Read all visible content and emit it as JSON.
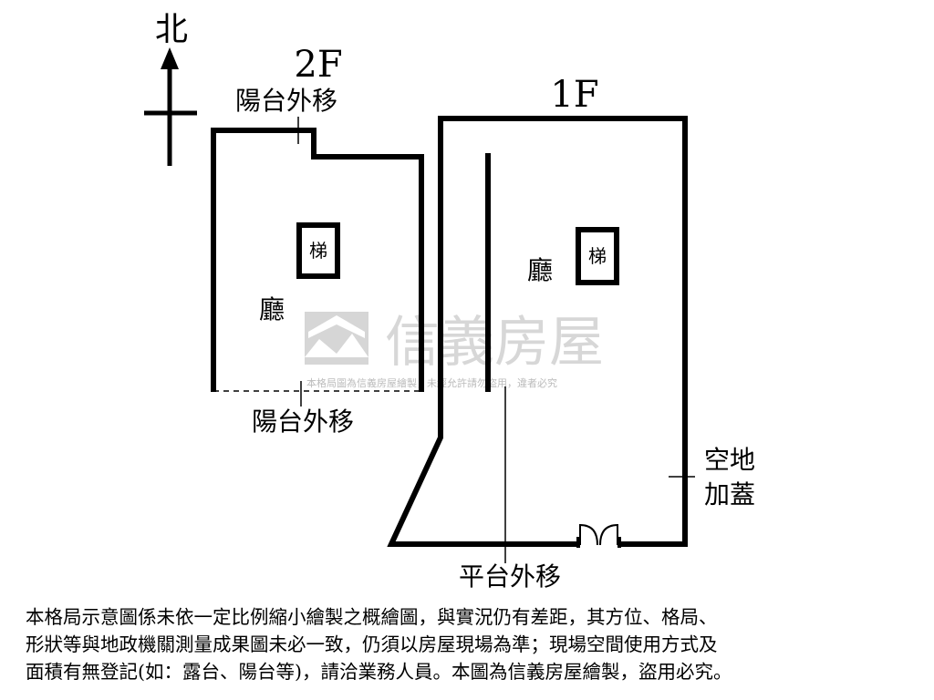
{
  "compass": {
    "north_label": "北"
  },
  "floor_2f": {
    "label": "2F",
    "balcony_top_label": "陽台外移",
    "balcony_bottom_label": "陽台外移",
    "stair_label": "梯",
    "hall_label": "廳"
  },
  "floor_1f": {
    "label": "1F",
    "stair_label": "梯",
    "hall_label": "廳",
    "vacant_land_label_line1": "空地",
    "vacant_land_label_line2": "加蓋",
    "platform_label": "平台外移"
  },
  "watermark": {
    "brand": "信義房屋",
    "notice": "本格局圖為信義房屋繪製，未經允許請勿盜用，違者必究",
    "color": "#bdbdbd"
  },
  "disclaimer": {
    "line1": "本格局示意圖係未依一定比例縮小繪製之概繪圖，與實況仍有差距，其方位、格局、",
    "line2": "形狀等與地政機關測量成果圖未必一致，仍須以房屋現場為準；現場空間使用方式及",
    "line3": "面積有無登記(如：露台、陽台等)，請洽業務人員。本圖為信義房屋繪製，盜用必究。"
  }
}
